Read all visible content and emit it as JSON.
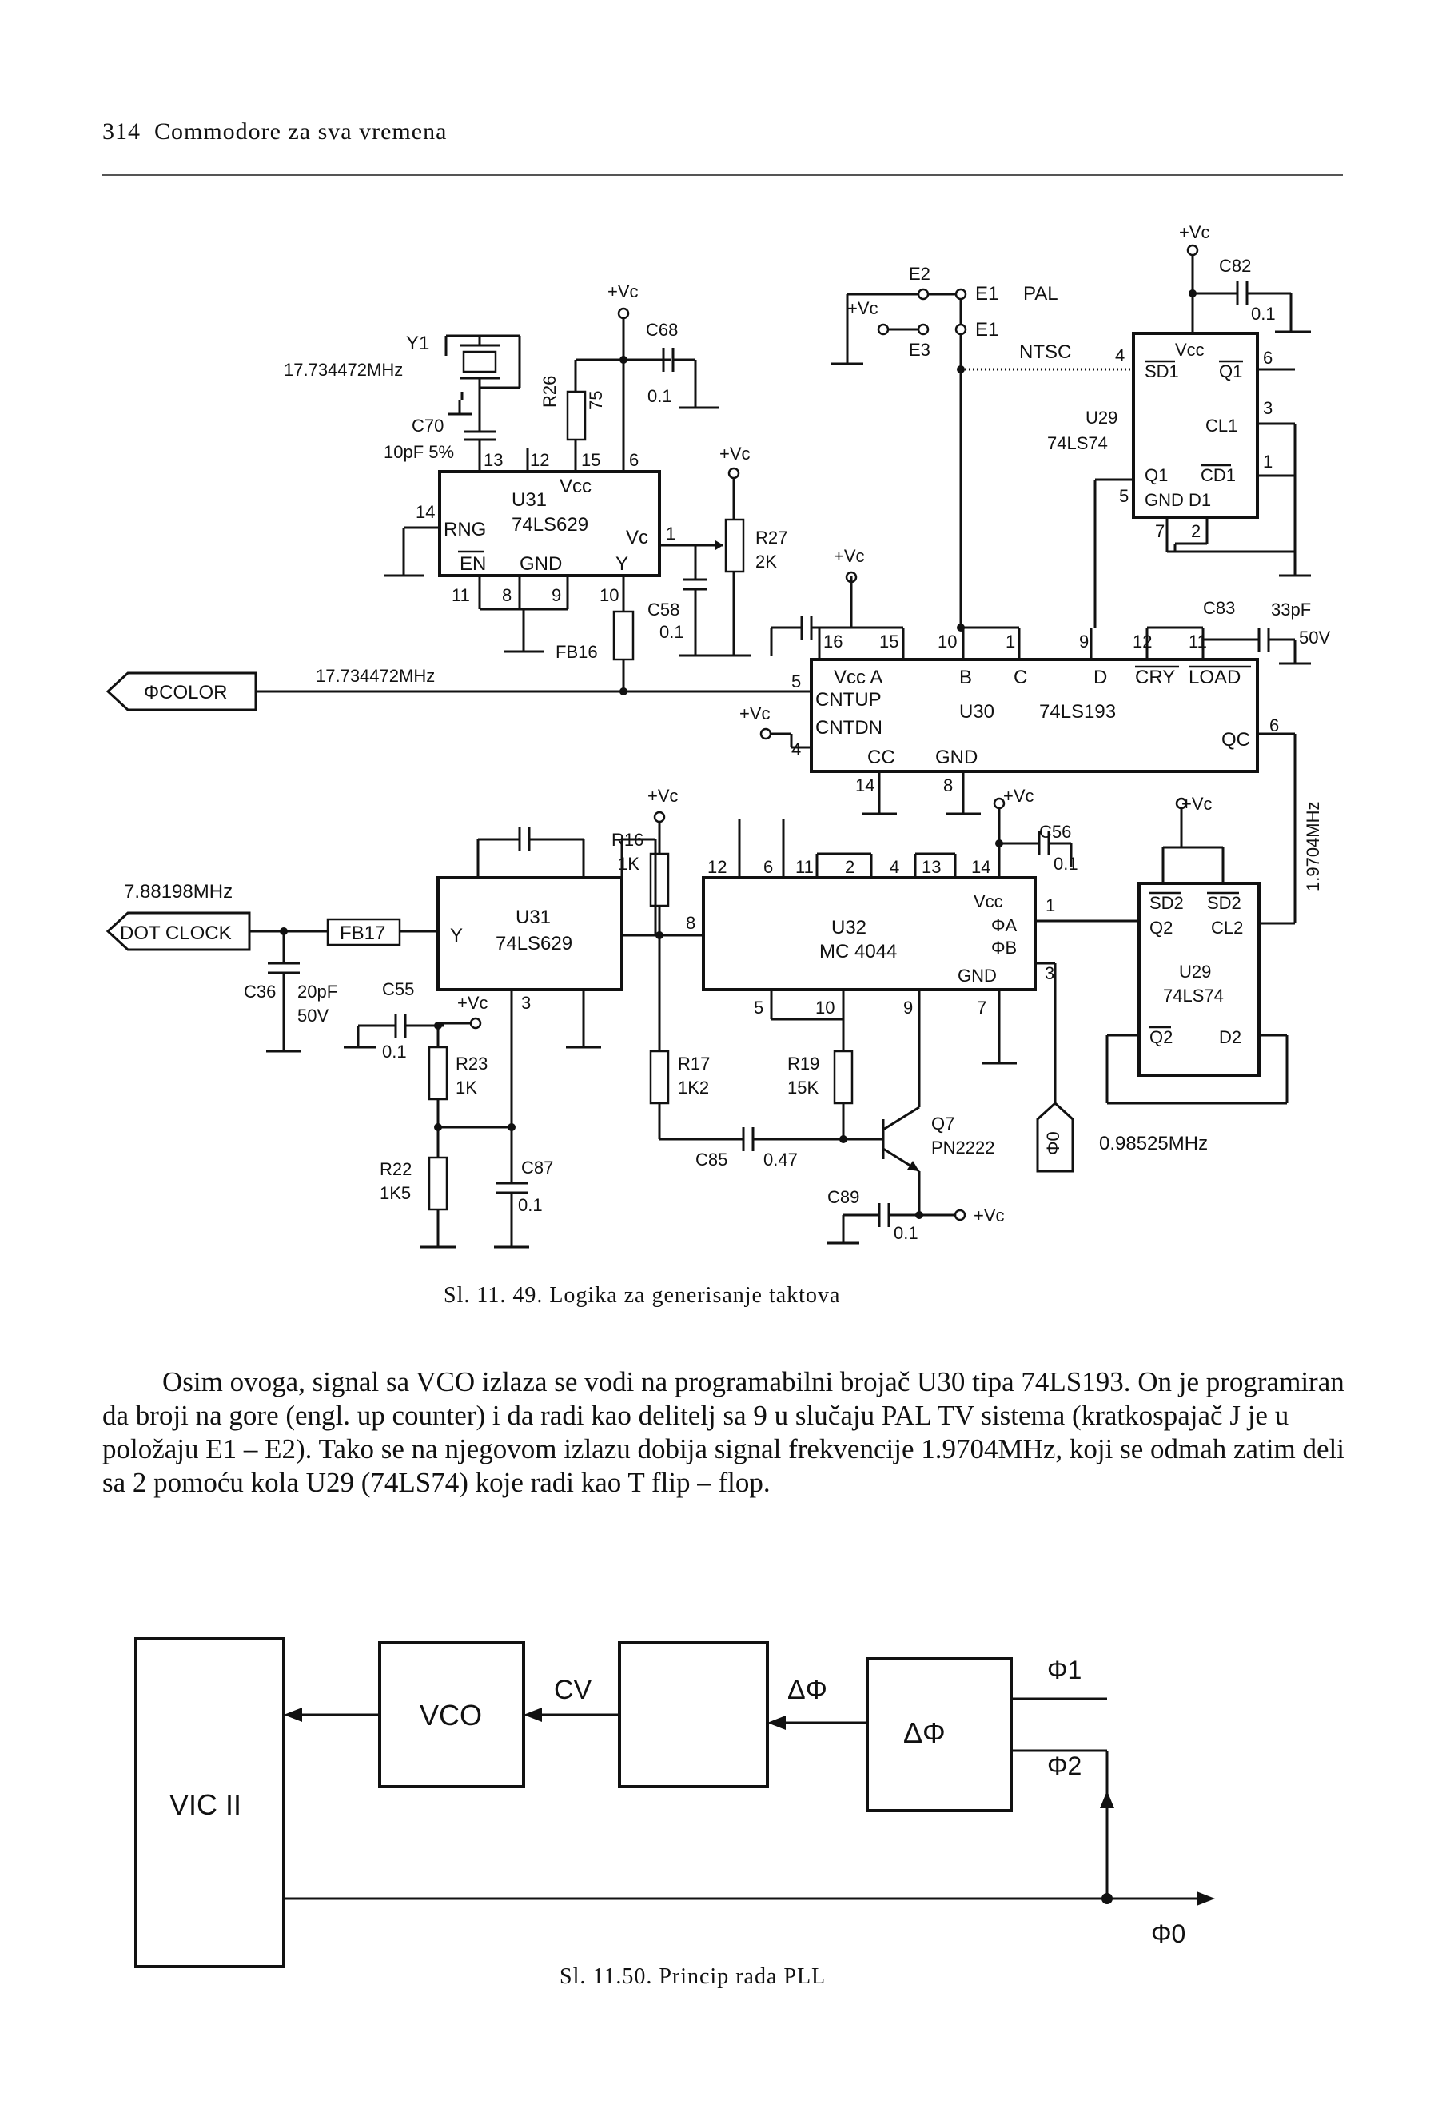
{
  "header": {
    "page_number": "314",
    "book_title": "Commodore za sva vremena"
  },
  "figure1": {
    "caption": "Sl. 11. 49. Logika za generisanje taktova",
    "labels": {
      "vc": "+Vc",
      "y1": "Y1",
      "y1_freq": "17.734472MHz",
      "c70": "C70",
      "c70_val": "10pF 5%",
      "c68": "C68",
      "c68_val": "0.1",
      "r26": "R26",
      "r26_val": "75",
      "u31": "U31",
      "u31_type": "74LS629",
      "vcc": "Vcc",
      "rng": "RNG",
      "en": "EN",
      "gnd": "GND",
      "y": "Y",
      "vc_pin": "Vc",
      "r27": "R27",
      "r27_val": "2K",
      "c58": "C58",
      "c58_val": "0.1",
      "fb16": "FB16",
      "phicolor": "ΦCOLOR",
      "color_freq": "17.734472MHz",
      "e1": "E1",
      "e2": "E2",
      "e3": "E3",
      "pal": "PAL",
      "ntsc": "NTSC",
      "c82": "C82",
      "c82_val": "0.1",
      "u29": "U29",
      "u29_type": "74LS74",
      "sd1": "SD1",
      "q1bar": "Q1",
      "cl1": "CL1",
      "cd1": "CD1",
      "q1": "Q1",
      "gnd_d1": "GND  D1",
      "c83": "C83",
      "c83_val": "33pF",
      "c83_v": "50V",
      "u30": "U30",
      "u30_type": "74LS193",
      "cntup": "CNTUP",
      "cntdn": "CNTDN",
      "cc": "CC",
      "vcc_a": "Vcc    A",
      "b": "B",
      "c": "C",
      "d": "D",
      "cry": "CRY",
      "load": "LOAD",
      "qc": "QC",
      "freq_19704": "1.9704MHz",
      "dot_freq": "7.88198MHz",
      "dot_clock": "DOT CLOCK",
      "fb17": "FB17",
      "c36": "C36",
      "c36_val": "20pF",
      "c36_v": "50V",
      "c55": "C55",
      "c55_val": "0.1",
      "r16": "R16",
      "r16_val": "1K",
      "r17": "R17",
      "r17_val": "1K2",
      "r19": "R19",
      "r19_val": "15K",
      "r22": "R22",
      "r22_val": "1K5",
      "r23": "R23",
      "r23_val": "1K",
      "c85": "C85",
      "c85_val": "0.47",
      "c87": "C87",
      "c87_val": "0.1",
      "c89": "C89",
      "c89_val": "0.1",
      "c56": "C56",
      "c56_val": "0.1",
      "u32": "U32",
      "u32_type": "MC 4044",
      "phia": "ΦA",
      "phib": "ΦB",
      "q7": "Q7",
      "q7_type": "PN2222",
      "phi0": "Φ0",
      "phi0_freq": "0.98525MHz",
      "sd2": "SD2",
      "q2": "Q2",
      "cl2": "CL2",
      "q2bar": "Q2",
      "d2": "D2"
    }
  },
  "paragraph": "Osim ovoga, signal sa VCO izlaza se vodi na programabilni brojač U30 tipa 74LS193. On je programiran da broji na gore (engl. up counter) i da radi kao delitelj sa 9 u slučaju PAL TV sistema (kratkospajač J je u položaju E1 – E2). Tako se na njegovom izlazu dobija signal frekvencije 1.9704MHz, koji se odmah zatim deli sa 2 pomoću kola U29 (74LS74) koje radi kao T flip – flop.",
  "figure2": {
    "caption": "Sl.  11.50. Princip rada PLL",
    "blocks": {
      "vic": "VIC II",
      "vco": "VCO",
      "filter": "",
      "phase": "ΔΦ"
    },
    "signals": {
      "cv": "CV",
      "dphi": "ΔΦ",
      "phi1": "Φ1",
      "phi2": "Φ2",
      "phi0": "Φ0"
    }
  }
}
